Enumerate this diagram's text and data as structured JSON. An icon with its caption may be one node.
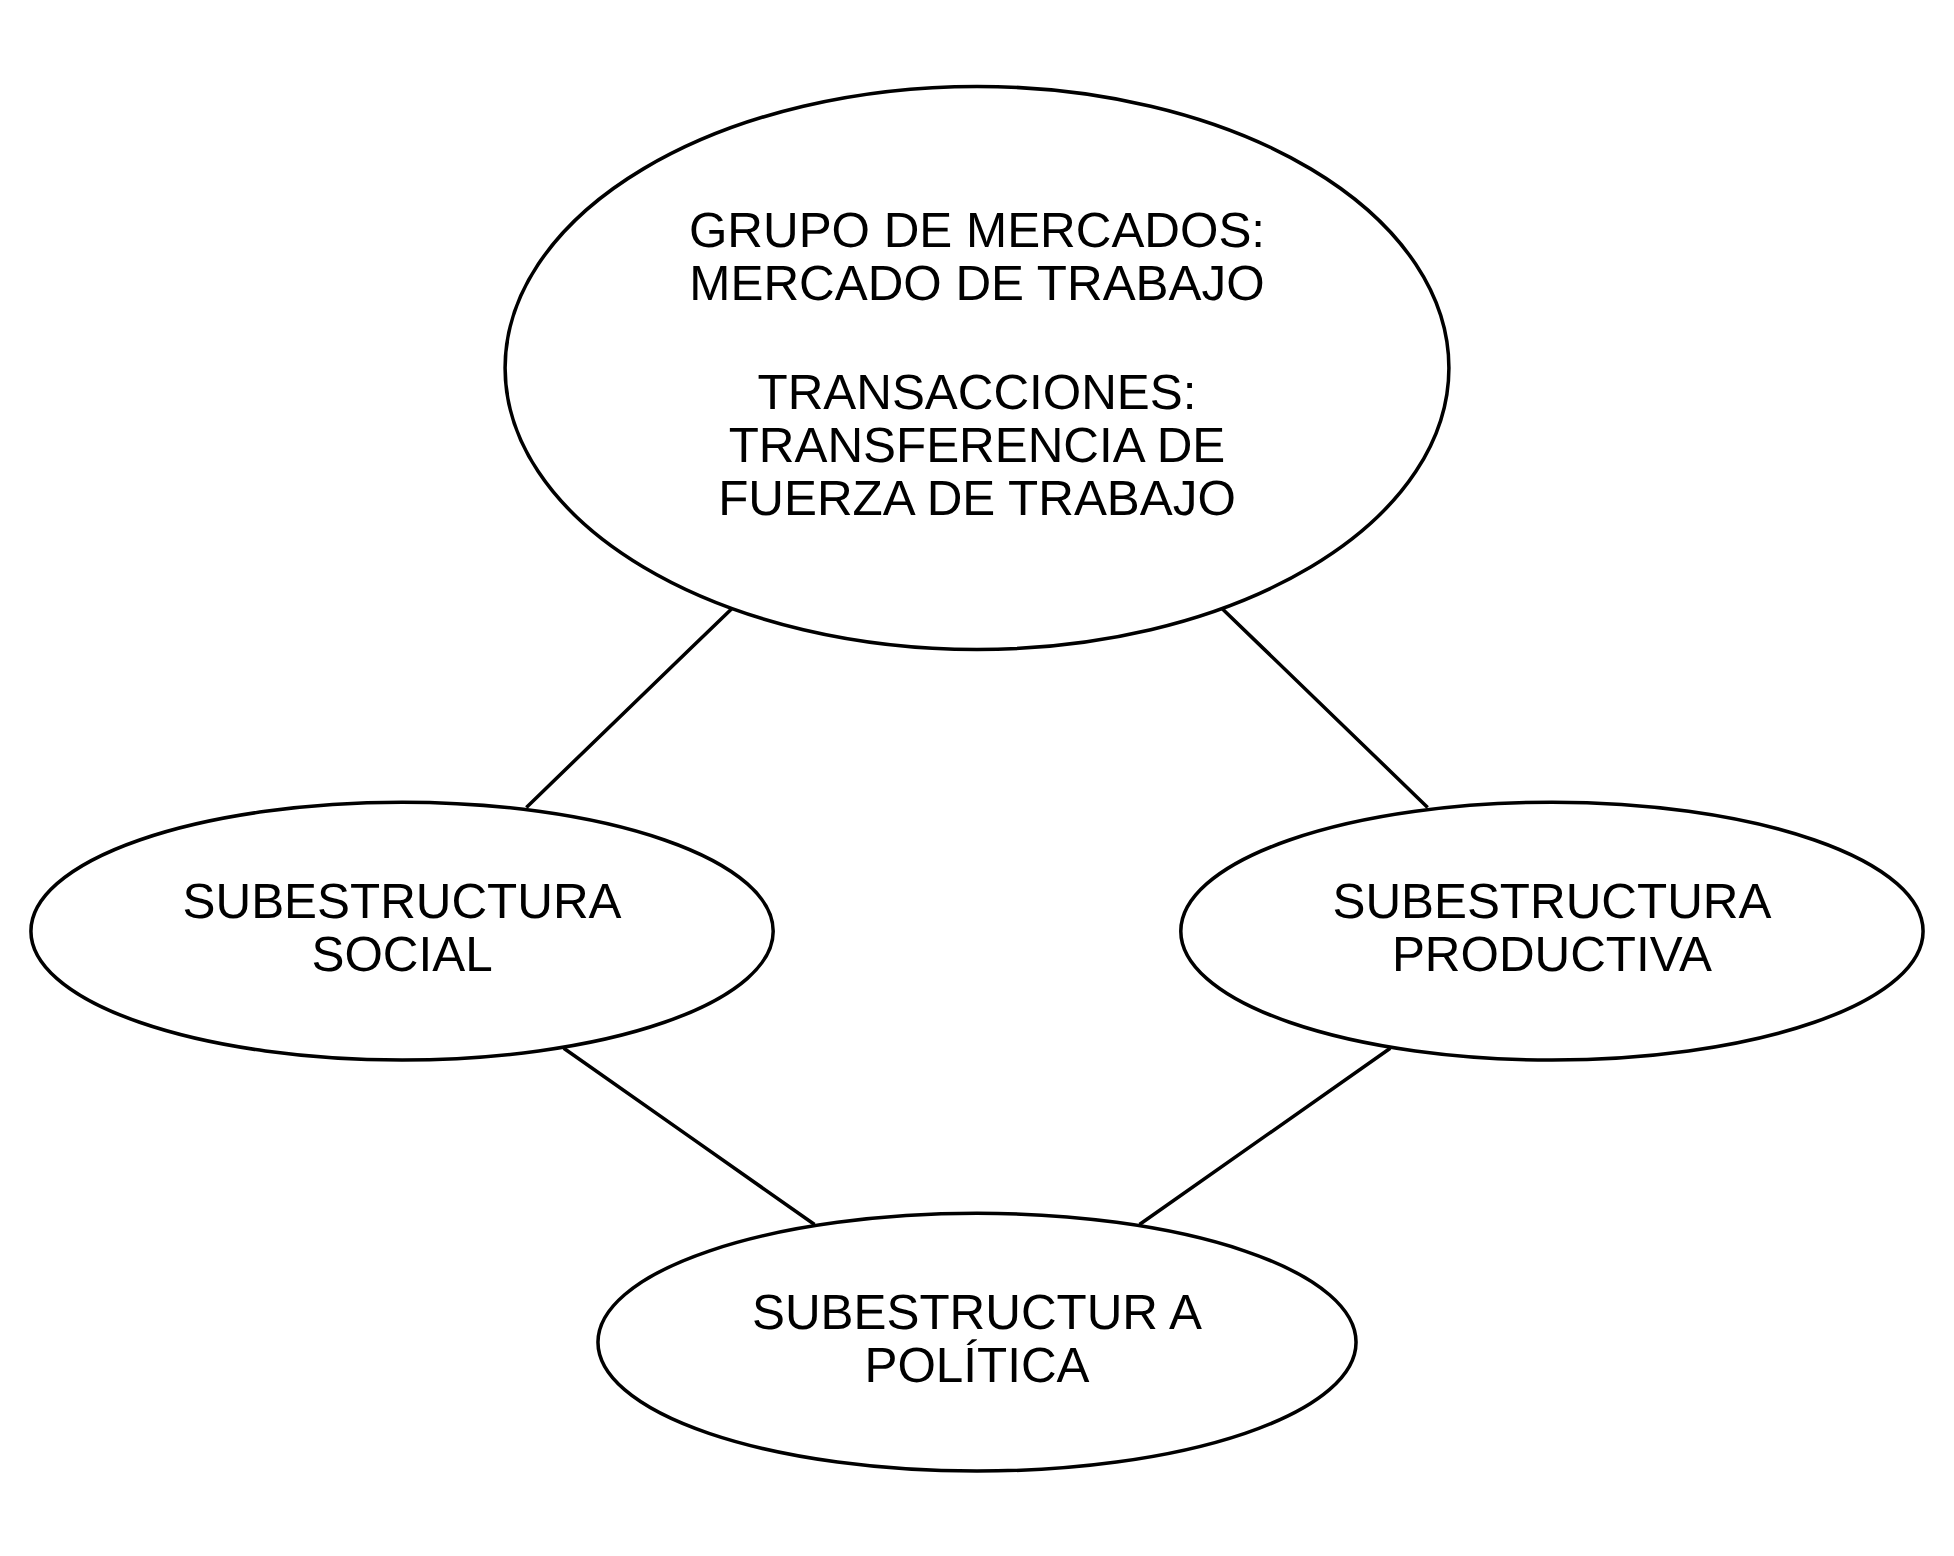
{
  "diagram": {
    "nodes": [
      {
        "text": [
          "GRUPO DE MERCADOS: MERCADO DE TRABAJO",
          "TRANSACCIONES: TRANSFERENCIA DE FUERZA DE TRABAJO"
        ]
      },
      {
        "text": [
          "SUBESTRUCTURA SOCIAL"
        ]
      },
      {
        "text": [
          "SUBESTRUCTURA PRODUCTIVA"
        ]
      },
      {
        "text": [
          "SUBESTRUCTUR A POLÍTICA"
        ]
      }
    ],
    "edges": [
      {
        "from": 0,
        "to": 1,
        "arrow": "none"
      },
      {
        "from": 0,
        "to": 2,
        "arrow": "none"
      },
      {
        "from": 1,
        "to": 3,
        "arrow": "none"
      },
      {
        "from": 2,
        "to": 3,
        "arrow": "none"
      }
    ]
  }
}
